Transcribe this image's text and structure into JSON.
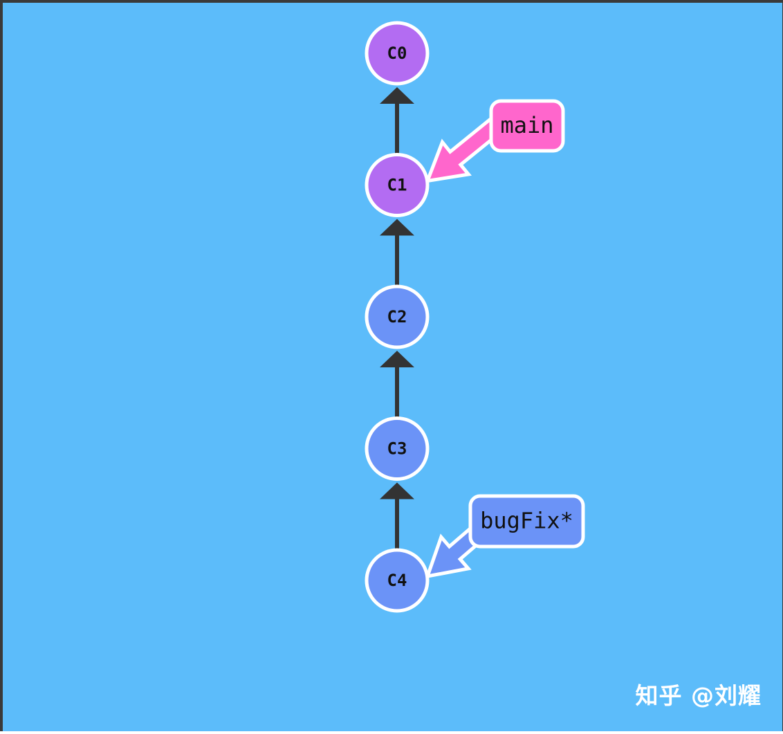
{
  "colors": {
    "background": "#5cbcfa",
    "edge": "#333333",
    "outline": "#ffffff",
    "main_commit_fill": "#b36cf2",
    "bugfix_commit_fill": "#6b93f7",
    "main_branch_fill": "#ff66cc",
    "bugfix_branch_fill": "#6b93f7"
  },
  "commits": [
    {
      "id": "C0",
      "label": "C0",
      "color": "purple"
    },
    {
      "id": "C1",
      "label": "C1",
      "color": "purple"
    },
    {
      "id": "C2",
      "label": "C2",
      "color": "blue"
    },
    {
      "id": "C3",
      "label": "C3",
      "color": "blue"
    },
    {
      "id": "C4",
      "label": "C4",
      "color": "blue"
    }
  ],
  "edges": [
    {
      "from": "C1",
      "to": "C0"
    },
    {
      "from": "C2",
      "to": "C1"
    },
    {
      "from": "C3",
      "to": "C2"
    },
    {
      "from": "C4",
      "to": "C3"
    }
  ],
  "branches": [
    {
      "name": "main",
      "label": "main",
      "target": "C1",
      "color": "pink"
    },
    {
      "name": "bugFix",
      "label": "bugFix*",
      "target": "C4",
      "color": "blue"
    }
  ],
  "watermark": "知乎 @刘耀"
}
